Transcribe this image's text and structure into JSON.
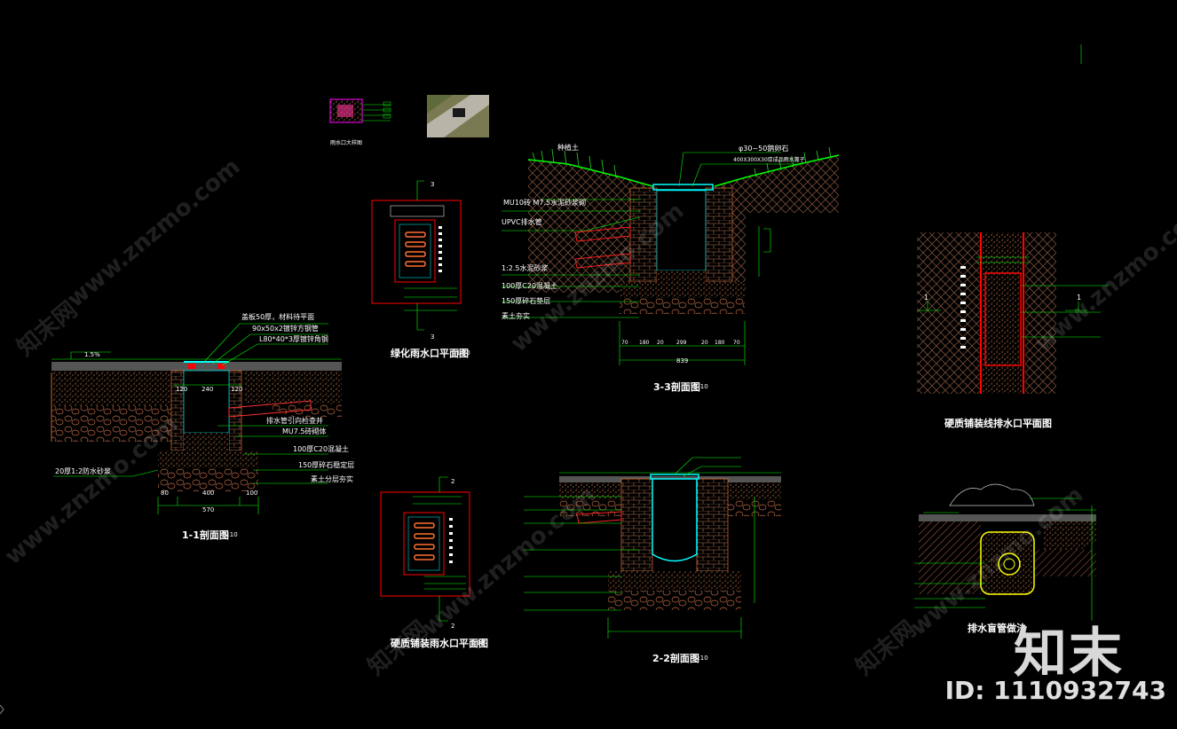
{
  "watermark": {
    "text_site": "www.znzmo.com",
    "text_brand": "知末网",
    "logo_text": "知末",
    "id_text": "ID: 1110932743"
  },
  "drawings": {
    "section_1_1": {
      "title": "1-1剖面图",
      "scale": "1:10",
      "slope": "1.5%",
      "dims_top": [
        "120",
        "240",
        "120"
      ],
      "dims_bottom": [
        "80",
        "400",
        "100"
      ],
      "total": "570",
      "notes": [
        "盖板50厚，材料待平面",
        "90x50x2镀锌方钢管",
        "L80*40*3厚镀锌角钢",
        "排水管引向检查井",
        "MU7.5砖砌体",
        "100厚C20混凝土",
        "150厚碎石稳定层",
        "素土分层夯实",
        "20厚1:2防水砂浆"
      ]
    },
    "section_3_3": {
      "title": "3-3剖面图",
      "scale": "1:10",
      "notes": [
        "种植土",
        "φ30~50鹅卵石",
        "400X300X30厚成品雨水篦子",
        "MU10砖 M7.5水泥砂浆砌",
        "UPVC排水管",
        "1:2.5水泥砂浆",
        "100厚C20混凝土",
        "150厚碎石垫层",
        "素土夯实"
      ],
      "dims": [
        "70",
        "180",
        "20",
        "299",
        "20",
        "180",
        "70"
      ],
      "total": "839"
    },
    "section_2_2": {
      "title": "2-2剖面图",
      "scale": "1:10"
    },
    "plan_green": {
      "title": "绿化雨水口平面图",
      "scale": "1:10",
      "markers": [
        "3",
        "3"
      ]
    },
    "plan_paving": {
      "title": "硬质铺装雨水口平面图",
      "scale": "1:10",
      "markers": [
        "2",
        "2"
      ]
    },
    "plan_linear": {
      "title": "硬质铺装线排水口平面图",
      "scale": "1:10",
      "markers": [
        "1",
        "1"
      ]
    },
    "detail_pipe": {
      "title": "排水盲管做法"
    },
    "small_detail": {
      "title": "雨水口大样图"
    }
  },
  "colors": {
    "background": "#000000",
    "leader": "#00ff00",
    "outline": "#ff0000",
    "fill_dots": "#c86a3c",
    "brick": "#e08860",
    "cyan": "#00ffff",
    "yellow": "#ffff00",
    "magenta": "#ff00ff"
  }
}
